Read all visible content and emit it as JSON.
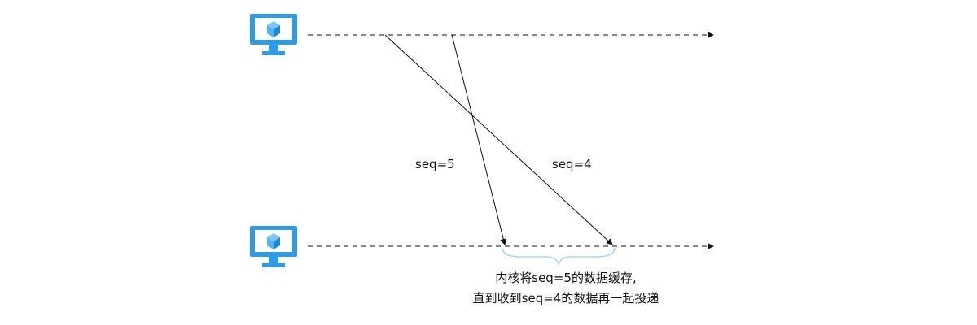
{
  "diagram": {
    "packets": [
      {
        "label": "seq=5"
      },
      {
        "label": "seq=4"
      }
    ],
    "note_line1": "内核将seq=5的数据缓存,",
    "note_line2": "直到收到seq=4的数据再一起投递",
    "icons": {
      "sender": "desktop-computer-icon",
      "receiver": "desktop-computer-icon"
    },
    "colors": {
      "line": "#111111",
      "brace": "#a9d7f2",
      "monitor_frame": "#2f9be6",
      "monitor_screen": "#ffffff",
      "cube_light": "#4fb3f3",
      "cube_dark": "#1f86d8"
    }
  }
}
